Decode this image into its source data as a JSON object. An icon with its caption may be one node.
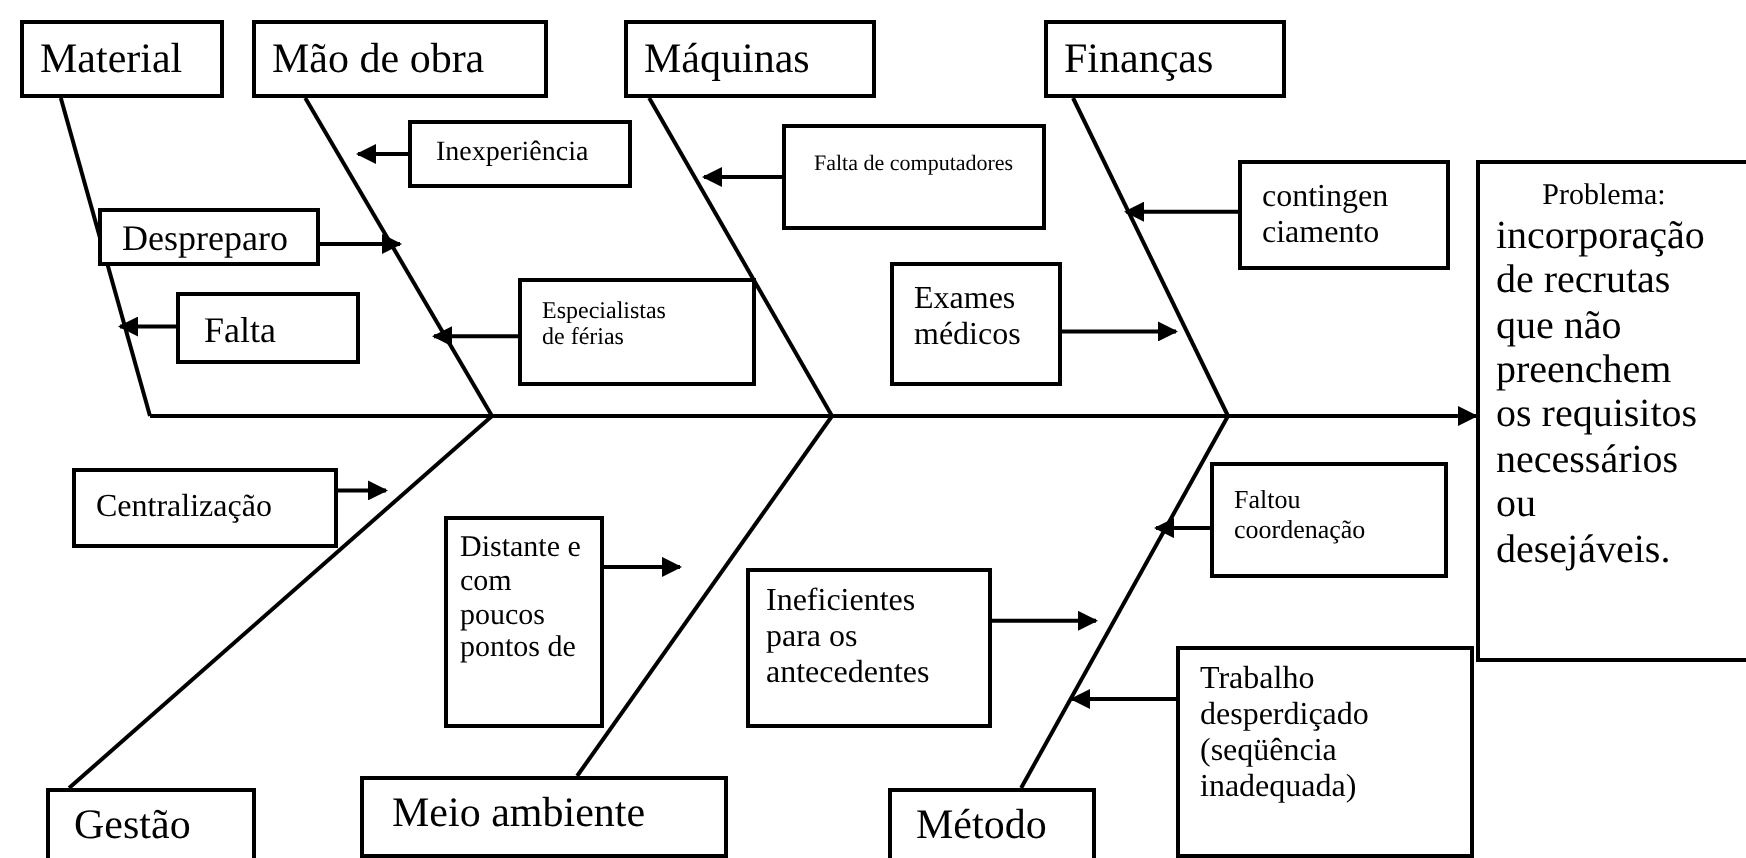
{
  "diagram": {
    "nodes": [
      {
        "text": [
          "Material"
        ]
      },
      {
        "text": [
          "Mão de obra"
        ]
      },
      {
        "text": [
          "Máquinas"
        ]
      },
      {
        "text": [
          "Finanças"
        ]
      },
      {
        "text": [
          "Inexperiência"
        ]
      },
      {
        "text": [
          "Falta de computadores"
        ]
      },
      {
        "text": [
          "Despreparo"
        ]
      },
      {
        "text": [
          "Falta"
        ]
      },
      {
        "text": [
          "Especialistas de férias"
        ]
      },
      {
        "text": [
          "contingen ciamento"
        ]
      },
      {
        "text": [
          "Exames médicos"
        ]
      },
      {
        "text": [
          "Problema:",
          "incorporação de recrutas que não preenchem os requisitos necessários ou desejáveis."
        ]
      },
      {
        "text": [
          "Centralização"
        ]
      },
      {
        "text": [
          "Distante e com poucos pontos de"
        ]
      },
      {
        "text": [
          "Ineficientes para os antecedentes"
        ]
      },
      {
        "text": [
          "Faltou coordenação"
        ]
      },
      {
        "text": [
          "Trabalho desperdiçado (seqüência inadequada)"
        ]
      },
      {
        "text": [
          "Gestão"
        ]
      },
      {
        "text": [
          "Meio ambiente"
        ]
      },
      {
        "text": [
          "Método"
        ]
      }
    ],
    "edges": [
      {
        "from": 0,
        "to": null,
        "arrow": "none"
      },
      {
        "from": 1,
        "to": null,
        "arrow": "none"
      },
      {
        "from": 2,
        "to": null,
        "arrow": "none"
      },
      {
        "from": 3,
        "to": null,
        "arrow": "none"
      },
      {
        "from": 17,
        "to": null,
        "arrow": "none"
      },
      {
        "from": 18,
        "to": null,
        "arrow": "none"
      },
      {
        "from": 19,
        "to": null,
        "arrow": "none"
      },
      {
        "from": null,
        "to": 11,
        "arrow": "to"
      },
      {
        "from": 4,
        "to": null,
        "arrow": "to"
      },
      {
        "from": 5,
        "to": null,
        "arrow": "to"
      },
      {
        "from": 6,
        "to": null,
        "arrow": "to"
      },
      {
        "from": 7,
        "to": null,
        "arrow": "to"
      },
      {
        "from": 8,
        "to": null,
        "arrow": "to"
      },
      {
        "from": 9,
        "to": null,
        "arrow": "to"
      },
      {
        "from": 10,
        "to": null,
        "arrow": "to"
      },
      {
        "from": 12,
        "to": null,
        "arrow": "to"
      },
      {
        "from": 13,
        "to": null,
        "arrow": "to"
      },
      {
        "from": 14,
        "to": null,
        "arrow": "to"
      },
      {
        "from": 15,
        "to": null,
        "arrow": "to"
      },
      {
        "from": 16,
        "to": null,
        "arrow": "to"
      }
    ]
  }
}
